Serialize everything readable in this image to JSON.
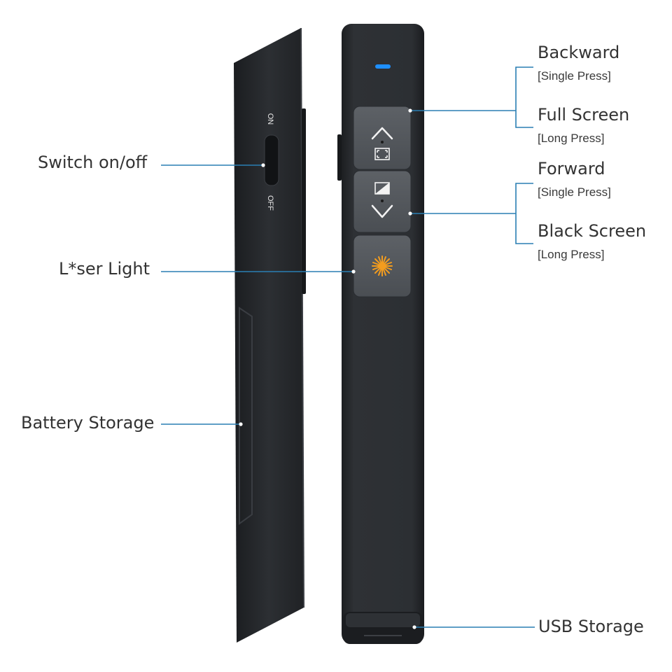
{
  "switch_labels": {
    "on": "ON",
    "off": "OFF"
  },
  "callouts": {
    "switch": "Switch on/off",
    "laser": "L*ser Light",
    "battery": "Battery Storage",
    "usb": "USB Storage",
    "backward": {
      "title": "Backward",
      "note": "[Single Press]"
    },
    "full_screen": {
      "title": "Full Screen",
      "note": "[Long Press]"
    },
    "forward": {
      "title": "Forward",
      "note": "[Single Press]"
    },
    "black_screen": {
      "title": "Black Screen",
      "note": "[Long Press]"
    }
  },
  "colors": {
    "body": "#26292d",
    "button": "#55595e",
    "leader": "#2a7fb3",
    "indicator": "#1e8fff",
    "laser": "#f39c1e"
  },
  "icons": {
    "up_arrow": "chevron-up-icon",
    "down_arrow": "chevron-down-icon",
    "fullscreen": "fullscreen-icon",
    "black_screen": "black-screen-icon",
    "laser": "laser-starburst-icon"
  }
}
